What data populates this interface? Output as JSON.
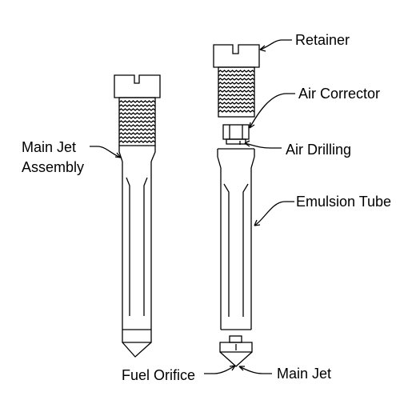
{
  "labels": {
    "main_jet_assembly_line1": "Main Jet",
    "main_jet_assembly_line2": "Assembly",
    "retainer": "Retainer",
    "air_corrector": "Air Corrector",
    "air_drilling": "Air Drilling",
    "emulsion_tube": "Emulsion Tube",
    "fuel_orifice": "Fuel Orifice",
    "main_jet": "Main Jet"
  },
  "colors": {
    "line": "#000000",
    "background": "#ffffff"
  }
}
